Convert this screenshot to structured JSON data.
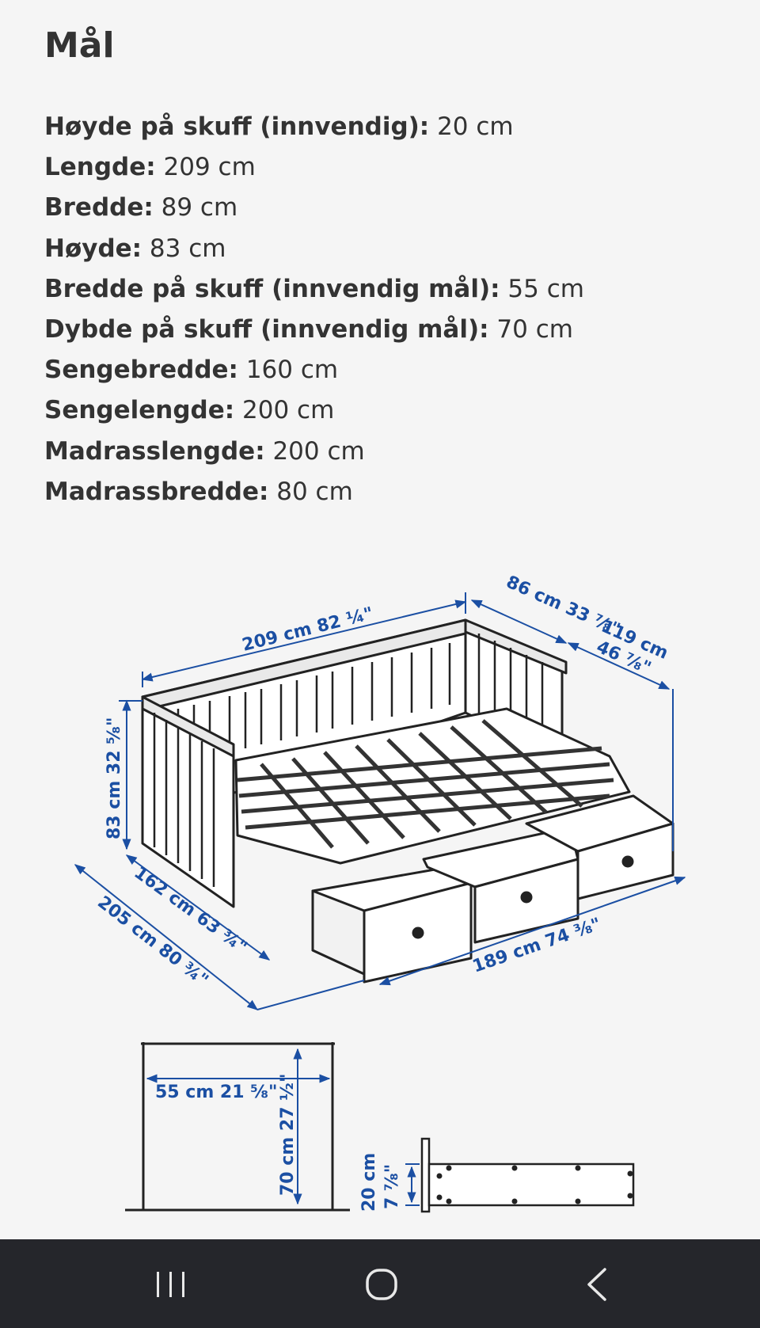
{
  "section": {
    "title": "Mål"
  },
  "specs": [
    {
      "label": "Høyde på skuff (innvendig):",
      "value": "20 cm"
    },
    {
      "label": "Lengde:",
      "value": "209 cm"
    },
    {
      "label": "Bredde:",
      "value": "89 cm"
    },
    {
      "label": "Høyde:",
      "value": "83 cm"
    },
    {
      "label": "Bredde på skuff (innvendig mål):",
      "value": "55 cm"
    },
    {
      "label": "Dybde på skuff (innvendig mål):",
      "value": "70 cm"
    },
    {
      "label": "Sengebredde:",
      "value": "160 cm"
    },
    {
      "label": "Sengelengde:",
      "value": "200 cm"
    },
    {
      "label": "Madrasslengde:",
      "value": "200 cm"
    },
    {
      "label": "Madrassbredde:",
      "value": "80 cm"
    }
  ],
  "diagram": {
    "dim_length": "209 cm 82 ¼\"",
    "dim_depth": "86 cm 33 ⅞\"",
    "dim_width_open_cm": "119 cm",
    "dim_width_open_in": "46 ⅞\"",
    "dim_height": "83 cm 32 ⅝\"",
    "dim_bed_width": "162 cm 63 ¾\"",
    "dim_total_width": "205 cm 80 ¾\"",
    "dim_drawer_run": "189 cm 74 ⅜\"",
    "drawer_width": "55 cm 21 ⅝\"",
    "drawer_depth": "70 cm 27 ½\"",
    "drawer_height_cm": "20 cm",
    "drawer_height_in": "7 ⅞\"",
    "line_color": "#1b4fa3"
  },
  "navbar": {
    "recents_icon": "recents-icon",
    "home_icon": "home-icon",
    "back_icon": "back-icon"
  }
}
